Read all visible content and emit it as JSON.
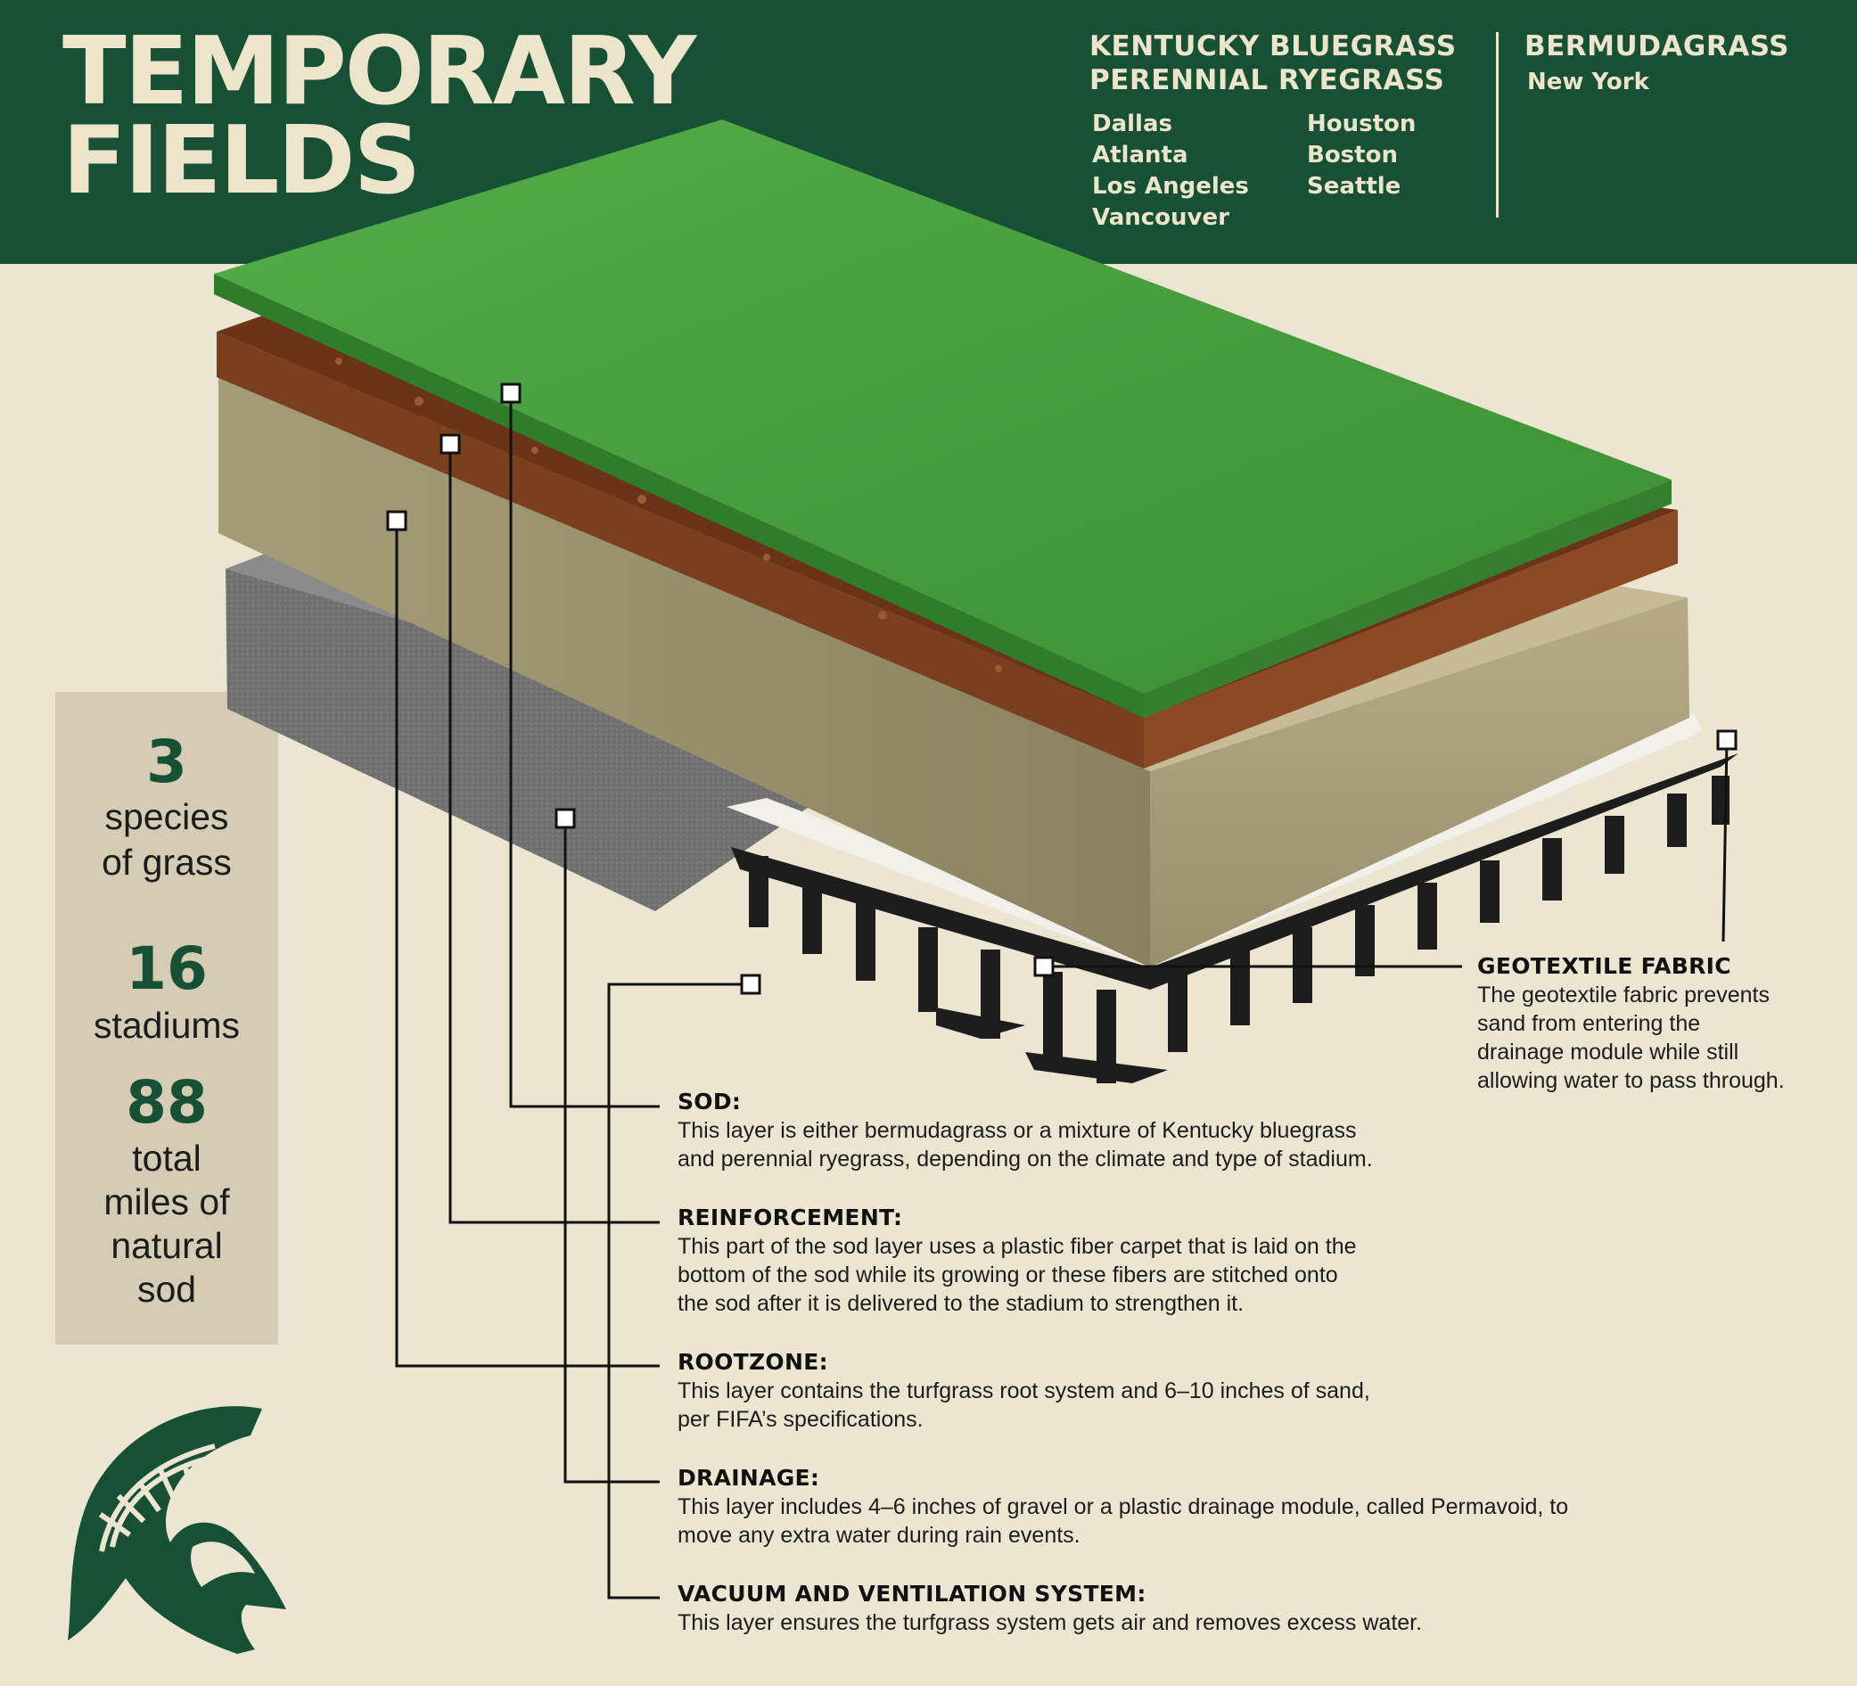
{
  "title": {
    "line1": "TEMPORARY",
    "line2": "FIELDS"
  },
  "grass_types": {
    "group1": {
      "heading1": "KENTUCKY BLUEGRASS",
      "heading2": "PERENNIAL RYEGRASS",
      "cities_col1": [
        "Dallas",
        "Atlanta",
        "Los Angeles",
        "Vancouver"
      ],
      "cities_col2": [
        "Houston",
        "Boston",
        "Seattle"
      ]
    },
    "group2": {
      "heading": "BERMUDAGRASS",
      "cities": [
        "New York"
      ]
    }
  },
  "stats": [
    {
      "number": "3",
      "label": [
        "species",
        "of grass"
      ]
    },
    {
      "number": "16",
      "label": [
        "stadiums"
      ]
    },
    {
      "number": "88",
      "label": [
        "total",
        "miles of",
        "natural",
        "sod"
      ]
    }
  ],
  "layers": [
    {
      "id": "sod",
      "heading": "SOD:",
      "lines": [
        "This layer is either bermudagrass or a mixture of Kentucky bluegrass",
        "and perennial ryegrass, depending on the climate and type of stadium."
      ]
    },
    {
      "id": "reinforcement",
      "heading": "REINFORCEMENT:",
      "lines": [
        "This part of the sod layer uses a plastic fiber carpet that is laid on the",
        "bottom of the sod while its growing or these fibers are stitched onto",
        "the sod after it is delivered to the stadium to strengthen it."
      ]
    },
    {
      "id": "rootzone",
      "heading": "ROOTZONE:",
      "lines": [
        "This layer contains the turfgrass root system and 6–10 inches of sand,",
        "per FIFA’s specifications."
      ]
    },
    {
      "id": "drainage",
      "heading": "DRAINAGE:",
      "lines": [
        "This layer includes 4–6 inches of gravel or a plastic drainage module, called Permavoid, to",
        "move any extra water during rain events."
      ]
    },
    {
      "id": "vacuum",
      "heading": "VACUUM AND VENTILATION SYSTEM:",
      "lines": [
        "This layer ensures the turfgrass system gets air and removes excess water."
      ]
    },
    {
      "id": "geotextile",
      "heading": "GEOTEXTILE FABRIC",
      "lines": [
        "The geotextile fabric prevents",
        "sand from entering the",
        "drainage module while still",
        "allowing water to pass through."
      ]
    }
  ],
  "colors": {
    "brand_green": "#175034",
    "cream": "#ece4cb",
    "background": "#ebe5d1",
    "stats_panel": "#d5ccb5",
    "sod_green": "#3f9a3a",
    "soil_brown": "#7a3f1f",
    "sand_tan": "#a39a72",
    "gravel_gray": "#6e6e6e"
  }
}
